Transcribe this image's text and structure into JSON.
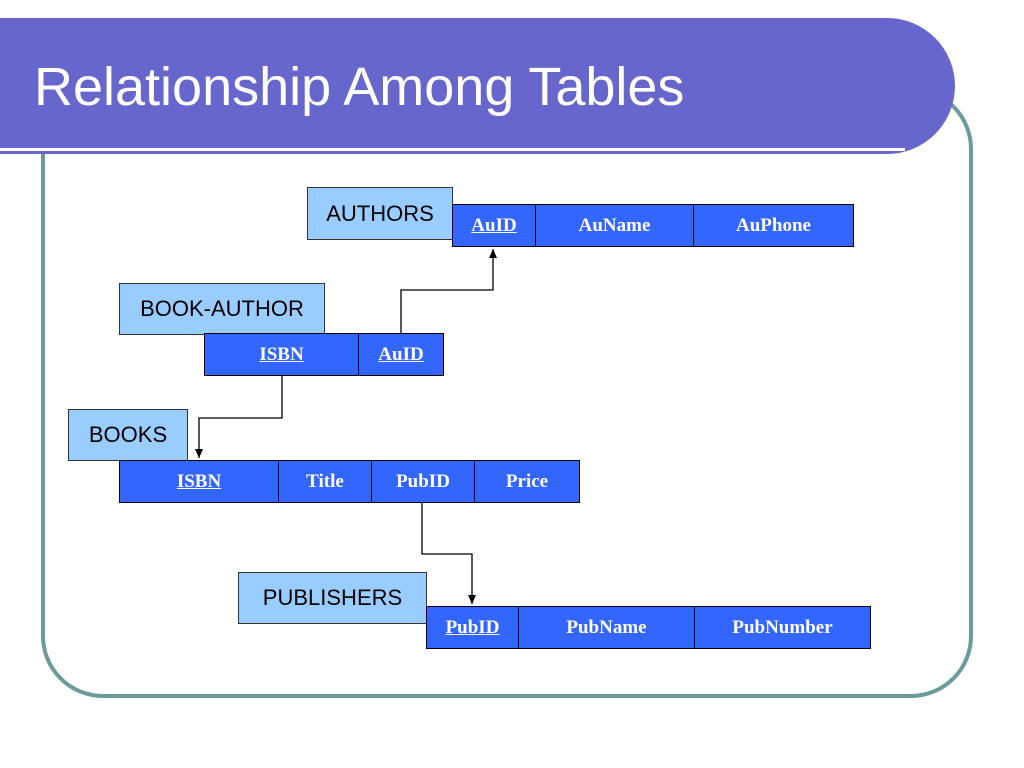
{
  "slide": {
    "title": "Relationship Among Tables",
    "colors": {
      "title_bar": "#6666cc",
      "frame": "#6b9b9b",
      "label_fill": "#99ccff",
      "table_fill": "#3366ff"
    }
  },
  "tables": {
    "authors": {
      "label": "AUTHORS",
      "columns": [
        "AuID",
        "AuName",
        "AuPhone"
      ],
      "primary_key": "AuID"
    },
    "book_author": {
      "label": "BOOK-AUTHOR",
      "columns": [
        "ISBN",
        "AuID"
      ],
      "primary_key": [
        "ISBN",
        "AuID"
      ]
    },
    "books": {
      "label": "BOOKS",
      "columns": [
        "ISBN",
        "Title",
        "PubID",
        "Price"
      ],
      "primary_key": "ISBN"
    },
    "publishers": {
      "label": "PUBLISHERS",
      "columns": [
        "PubID",
        "PubName",
        "PubNumber"
      ],
      "primary_key": "PubID"
    }
  },
  "relationships": [
    {
      "from": "BOOK-AUTHOR.AuID",
      "to": "AUTHORS.AuID"
    },
    {
      "from": "BOOK-AUTHOR.ISBN",
      "to": "BOOKS.ISBN"
    },
    {
      "from": "BOOKS.PubID",
      "to": "PUBLISHERS.PubID"
    }
  ]
}
